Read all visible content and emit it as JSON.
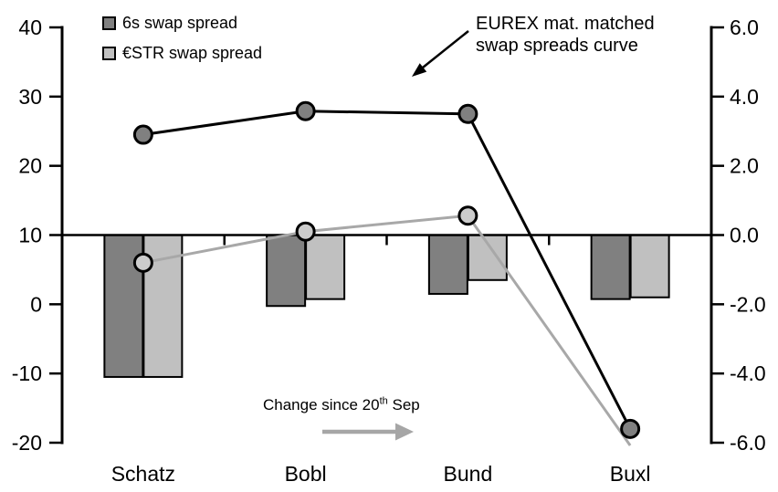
{
  "chart_data": {
    "type": "combo",
    "categories": [
      "Schatz",
      "Bobl",
      "Bund",
      "Buxl"
    ],
    "bar_series": [
      {
        "name": "6s swap spread",
        "role": "change since 20th Sep",
        "axis": "right",
        "color": "#808080",
        "values": [
          -4.1,
          -2.05,
          -1.7,
          -1.85
        ]
      },
      {
        "name": "€STR swap spread",
        "role": "change since 20th Sep",
        "axis": "right",
        "color": "#c0c0c0",
        "values": [
          -4.1,
          -1.85,
          -1.3,
          -1.8
        ]
      }
    ],
    "line_series": [
      {
        "name": "6s swap spread",
        "role": "EUREX mat. matched swap spreads curve",
        "axis": "left",
        "color": "#000000",
        "marker_fill": "#808080",
        "markers": [
          true,
          true,
          true,
          true
        ],
        "values": [
          24.5,
          27.9,
          27.5,
          -18.0
        ]
      },
      {
        "name": "€STR swap spread",
        "role": "EUREX mat. matched swap spreads curve",
        "axis": "left",
        "color": "#a8a8a8",
        "marker_fill": "#cccccc",
        "markers": [
          true,
          true,
          true,
          false
        ],
        "values": [
          6.0,
          10.5,
          12.8,
          -20.4
        ]
      }
    ],
    "left_axis": {
      "ticks": [
        40,
        30,
        20,
        10,
        0,
        -10,
        -20
      ],
      "min": -20,
      "max": 40
    },
    "right_axis": {
      "ticks": [
        "6.0",
        "4.0",
        "2.0",
        "0.0",
        "-2.0",
        "-4.0",
        "-6.0"
      ],
      "min": -6.0,
      "max": 6.0
    },
    "baseline": {
      "left_value": 10,
      "right_value": 0
    },
    "grid": false,
    "legend_position": "top-left",
    "annotation_arrow_color": "#000000",
    "change_arrow_color": "#a6a6a6"
  },
  "legend": {
    "items": [
      {
        "label": "6s swap spread",
        "color": "#808080"
      },
      {
        "label": "€STR swap spread",
        "color": "#c0c0c0"
      }
    ]
  },
  "annotations": {
    "curve_label_line1": "EUREX mat. matched",
    "curve_label_line2": "swap spreads curve",
    "change_prefix": "Change since 20",
    "change_sup": "th",
    "change_suffix": " Sep"
  }
}
